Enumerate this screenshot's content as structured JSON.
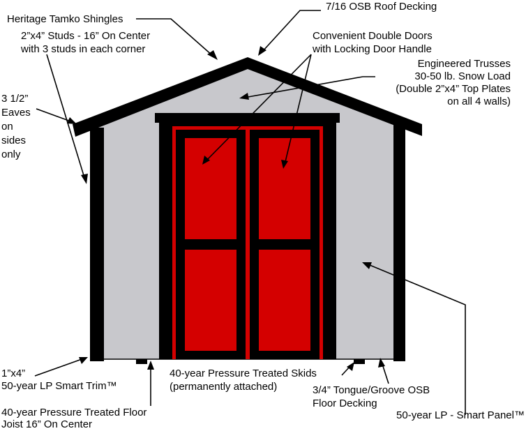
{
  "labels": {
    "shingles": "Heritage Tamko Shingles",
    "decking": "7/16 OSB Roof Decking",
    "studs_1": "2”x4” Studs - 16” On Center",
    "studs_2": "with 3 studs in each corner",
    "doors_1": "Convenient Double Doors",
    "doors_2": "with Locking Door Handle",
    "trusses_1": "Engineered Trusses",
    "trusses_2": "30-50 lb. Snow Load",
    "trusses_3": "(Double 2”x4” Top Plates",
    "trusses_4": "on all 4 walls)",
    "eaves_1": "3 1/2”",
    "eaves_2": "Eaves",
    "eaves_3": "on",
    "eaves_4": "sides",
    "eaves_5": "only",
    "trim_1": "1”x4”",
    "trim_2": "50-year LP Smart Trim™",
    "skids_1": "40-year Pressure Treated Skids",
    "skids_2": "(permanently attached)",
    "floor_decking_1": "3/4” Tongue/Groove OSB",
    "floor_decking_2": "Floor Decking",
    "joist_1": "40-year Pressure Treated Floor",
    "joist_2": "Joist 16” On Center",
    "panel": "50-year LP - Smart Panel™"
  },
  "colors": {
    "wall": "#c8c8cc",
    "door": "#d40000",
    "outline": "#000000",
    "background": "#ffffff"
  }
}
